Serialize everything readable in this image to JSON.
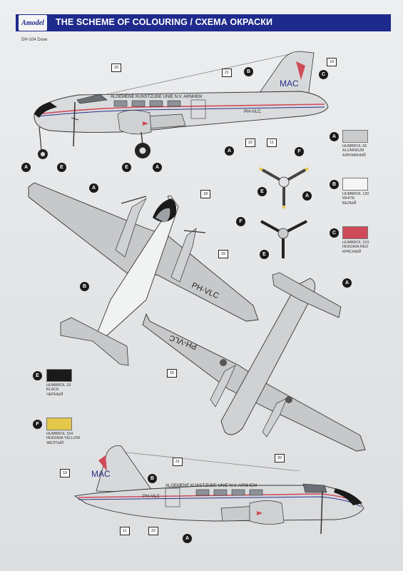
{
  "header": {
    "logo_text": "Amodel",
    "title": "THE SCHEME OF COLOURING / СХЕМА ОКРАСКИ"
  },
  "subtitle": "DH-104 Dove",
  "aircraft": {
    "registration": "PH-VLC",
    "operator_text": "ALGEMENE KUNSTZIJDE UNIE N.V. ARNHEM",
    "tail_logo": "MAC"
  },
  "colours": [
    {
      "letter": "A",
      "lines": [
        "HUMBROL 56",
        "ALUMINIUM",
        "АЛЮМИНИЙ"
      ],
      "hex": "#c9cbcd"
    },
    {
      "letter": "B",
      "lines": [
        "HUMBROL 130",
        "WHITE",
        "БЕЛЫЙ"
      ],
      "hex": "#f4f5f5"
    },
    {
      "letter": "C",
      "lines": [
        "HUMBROL 153",
        "INSIGNIA RED",
        "КРАСНЫЙ"
      ],
      "hex": "#cf4a58"
    },
    {
      "letter": "E",
      "lines": [
        "HUMBROL 33",
        "BLACK",
        "ЧЕРНЫЙ"
      ],
      "hex": "#1a1a1a"
    },
    {
      "letter": "F",
      "lines": [
        "HUMBROL 154",
        "INSIGNIA YELLOW",
        "ЖЕЛТЫЙ"
      ],
      "hex": "#e4c84a"
    }
  ],
  "callout_numbers": [
    "20",
    "21",
    "19",
    "22",
    "11",
    "18",
    "15",
    "15",
    "19",
    "21",
    "20",
    "11",
    "22"
  ],
  "badge_letters": [
    "B",
    "C",
    "A",
    "E",
    "E",
    "A",
    "A",
    "F",
    "E",
    "A",
    "F",
    "E",
    "B",
    "A",
    "B",
    "A"
  ]
}
